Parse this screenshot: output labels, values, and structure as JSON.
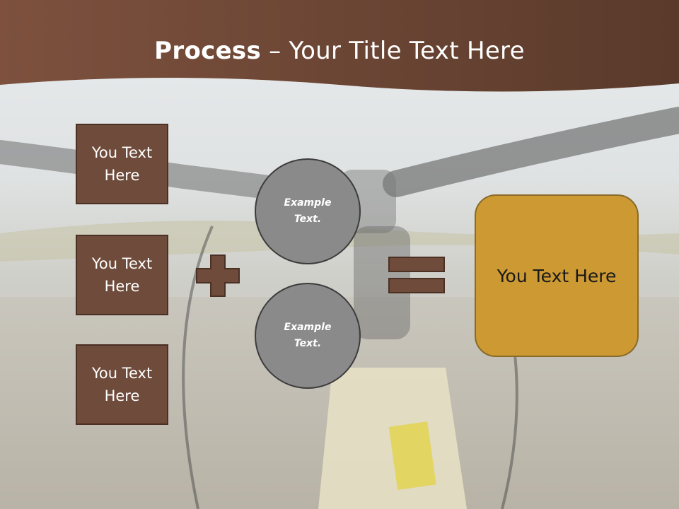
{
  "slide": {
    "title_bold": "Process",
    "title_rest": " – Your Title Text Here"
  },
  "left_boxes": [
    {
      "label": "You Text\nHere"
    },
    {
      "label": "You Text\nHere"
    },
    {
      "label": "You Text\nHere"
    }
  ],
  "circles": [
    {
      "label": "Example\nText."
    },
    {
      "label": "Example\nText."
    }
  ],
  "operators": {
    "plus": "plus-sign",
    "equals": "equals-sign"
  },
  "result": {
    "label": "You Text Here"
  },
  "colors": {
    "header": "#6b4a38",
    "box_fill": "#6e4b3a",
    "circle_fill": "#8a8a8a",
    "result_fill": "#cc9933"
  }
}
